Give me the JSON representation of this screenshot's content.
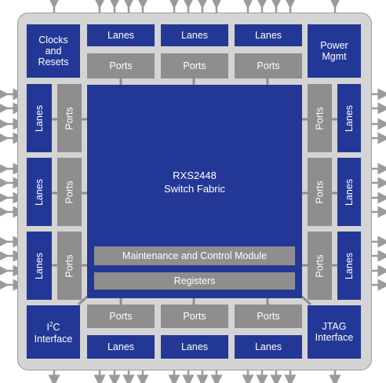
{
  "fabric": {
    "title_line1": "RXS2448",
    "title_line2": "Switch Fabric"
  },
  "blocks": {
    "clocks": "Clocks\nand\nResets",
    "power": "Power\nMgmt",
    "i2c_prefix": "I",
    "i2c_sup": "2",
    "i2c_rest": "C\nInterface",
    "jtag": "JTAG\nInterface",
    "maintenance": "Maintenance and Control Module",
    "registers": "Registers"
  },
  "labels": {
    "lanes": "Lanes",
    "ports": "Ports"
  },
  "colors": {
    "blue": "#233896",
    "gray": "#8e8e8e",
    "chip": "#d4d4d4",
    "arrow": "#9a9a9a"
  }
}
